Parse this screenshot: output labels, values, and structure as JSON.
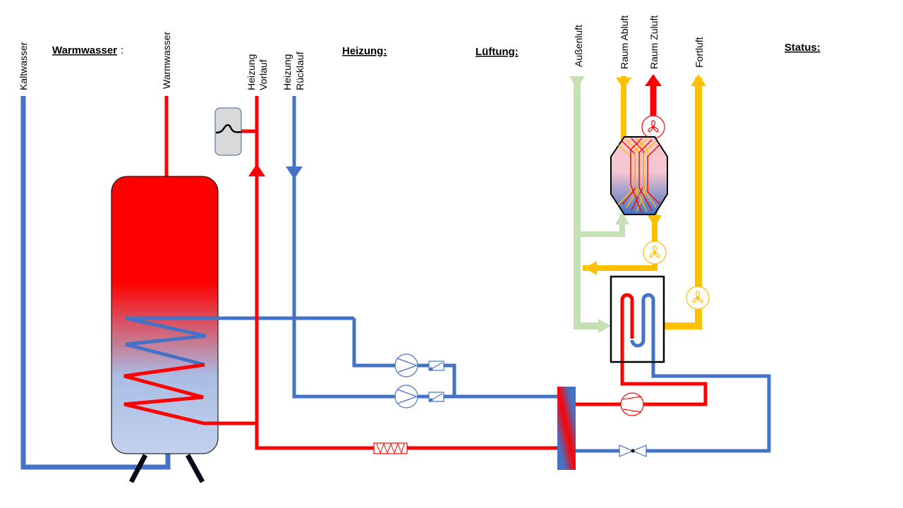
{
  "sections": {
    "warmwasser": "Warmwasser",
    "warmwasser_colon": ":",
    "heizung": "Heizung:",
    "lueftung": "Lüftung:",
    "status": "Status:"
  },
  "port_labels": {
    "kaltwasser": "Kaltwasser",
    "warmwasser": "Warmwasser",
    "heizung_vorlauf_line1": "Heizung",
    "heizung_vorlauf_line2": "Vorlauf",
    "heizung_ruecklauf_line1": "Heizung",
    "heizung_ruecklauf_line2": "Rücklauf",
    "aussenluft": "Außenluft",
    "raum_abluft": "Raum Abluft",
    "raum_zuluft": "Raum Zuluft",
    "fortluft": "Fortluft"
  },
  "colors": {
    "hot": "#ff0000",
    "cold": "#4472c4",
    "exhaust_air": "#ffc000",
    "outside_air": "#c5e0b4",
    "tank_bottom": "#b4c7e7",
    "expansion_vessel": "#d9d9d9"
  }
}
